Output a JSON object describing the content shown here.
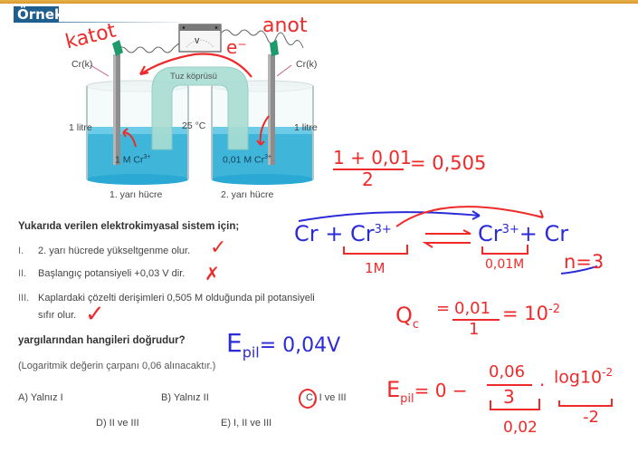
{
  "header": {
    "tag_label": "Örnek",
    "accent_color": "#1f5f8f",
    "top_bar_color": "#e0a53a"
  },
  "figure": {
    "voltmeter_label": "V",
    "salt_bridge_label": "Tuz köprüsü",
    "electrode_left_label": "Cr(k)",
    "electrode_right_label": "Cr(k)",
    "volume_left": "1 litre",
    "volume_right": "1 litre",
    "temperature": "25 °C",
    "solution_left": "1 M Cr",
    "solution_left_charge": "3+",
    "solution_right": "0,01 M Cr",
    "solution_right_charge": "3+",
    "cell_left_caption": "1. yarı hücre",
    "cell_right_caption": "2. yarı hücre"
  },
  "question": {
    "intro": "Yukarıda verilen elektrokimyasal sistem için;",
    "statements": [
      {
        "num": "I.",
        "text": "2. yarı hücrede yükseltgenme olur.",
        "mark": "✓"
      },
      {
        "num": "II.",
        "text": "Başlangıç potansiyeli +0,03 V dir.",
        "mark": "✗"
      },
      {
        "num": "III.",
        "text": "Kaplardaki çözelti derişimleri 0,505 M olduğunda pil potansiyeli",
        "text2": "sıfır olur.",
        "mark": "✓"
      }
    ],
    "prompt": "yargılarından hangileri doğrudur?",
    "note": "(Logaritmik değerin çarpanı 0,06 alınacaktır.)",
    "options": {
      "A": "A) Yalnız I",
      "B": "B) Yalnız II",
      "C": "C) I ve III",
      "D": "D) II ve III",
      "E": "E) I, II ve III"
    },
    "selected_option": "C"
  },
  "annotations": {
    "katot": "katot",
    "anot": "anot",
    "electron": "e⁻",
    "avg_num": "1 + 0,01",
    "avg_den": "2",
    "avg_result": "= 0,505",
    "reaction_left": "Cr + Cr",
    "reaction_left_sup": "3+",
    "reaction_right": "Cr",
    "reaction_right_sup": "3+",
    "reaction_right_tail": "+ Cr",
    "conc_left": "1M",
    "conc_right": "0,01M",
    "n_value": "n=3",
    "epil_blue": "E",
    "epil_blue_sub": "pil",
    "epil_blue_val": "= 0,04V",
    "qc_label": "Q",
    "qc_sub": "c",
    "qc_num": "0,01",
    "qc_den": "1",
    "qc_result": "= 10",
    "qc_exp": "-2",
    "epil_red": "E",
    "epil_red_sub": "pil",
    "epil_red_eq": "= 0 −",
    "epil_frac_num": "0,06",
    "epil_frac_den": "3",
    "epil_dot": "·",
    "epil_log": "log10",
    "epil_log_exp": "-2",
    "epil_under_frac": "0,02",
    "epil_under_log": "-2",
    "ink_red": "#ee2a2a",
    "ink_blue": "#2b2bd8"
  }
}
